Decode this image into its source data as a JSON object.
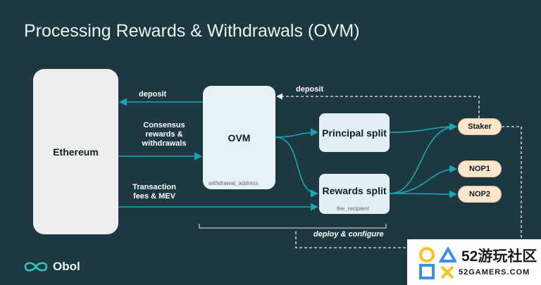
{
  "title": "Processing Rewards & Withdrawals (OVM)",
  "nodes": {
    "ethereum": "Ethereum",
    "ovm": "OVM",
    "ovm_sub": "withdrawal_address",
    "principal": "Principal split",
    "rewards": "Rewards split",
    "rewards_sub": "fee_recipient",
    "staker": "Staker",
    "nop1": "NOP1",
    "nop2": "NOP2"
  },
  "edges": {
    "deposit_left": "deposit",
    "deposit_right": "deposit",
    "consensus": "Consensus rewards & withdrawals",
    "transaction": "Transaction fees & MEV",
    "deploy": "deploy & configure"
  },
  "logo": "Obol",
  "watermark": {
    "big": "52游玩社区",
    "small": "52GAMERS.COM"
  },
  "colors": {
    "background": "#1e3841",
    "arrow": "#1aa5b5",
    "dashed": "#e3eef0",
    "pill": "#fde4cc",
    "logo": "#2bc7b9",
    "wm_yellow": "#f7c21b",
    "wm_blue": "#3a8ee6"
  }
}
